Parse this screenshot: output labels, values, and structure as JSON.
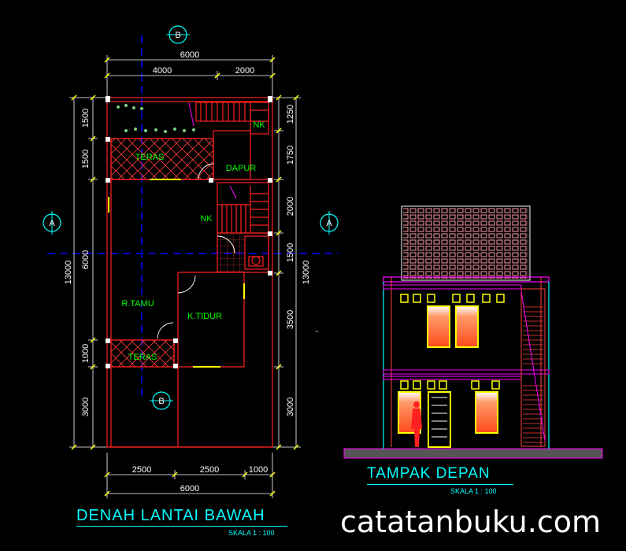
{
  "plan": {
    "top_total": "6000",
    "top_left": "4000",
    "top_right": "2000",
    "bottom_a": "2500",
    "bottom_b": "2500",
    "bottom_c": "1000",
    "bottom_total": "6000",
    "left_1": "1500",
    "left_2": "1500",
    "left_3": "6000",
    "left_4": "1000",
    "left_5": "3000",
    "left_total": "13000",
    "right_1": "1250",
    "right_2": "1750",
    "right_3": "2000",
    "right_4": "1500",
    "right_5": "3500",
    "right_6": "3000",
    "right_total": "13000",
    "axis_b_top": "B",
    "axis_b_bottom": "B",
    "axis_a_left": "A",
    "axis_a_right": "A"
  },
  "rooms": {
    "teras_top": "TERAS",
    "dapur": "DAPUR",
    "nk_top": "NK",
    "nk_mid": "NK",
    "r_tamu": "R.TAMU",
    "k_tidur": "K.TIDUR",
    "teras_bottom": "TERAS"
  },
  "titles": {
    "plan_title": "DENAH LANTAI BAWAH",
    "plan_scale": "SKALA 1 : 100",
    "elev_title": "TAMPAK DEPAN",
    "elev_scale": "SKALA 1 : 100",
    "watermark": "catatanbuku.com"
  },
  "colors": {
    "wall": "#ff0000",
    "dimension": "#ffffff",
    "room_text": "#00ff00",
    "title": "#00ffff",
    "window_frame": "#ffff00",
    "glass": "#ff6a3d",
    "roof": "#ff9aa8",
    "axis": "#0000ff"
  }
}
